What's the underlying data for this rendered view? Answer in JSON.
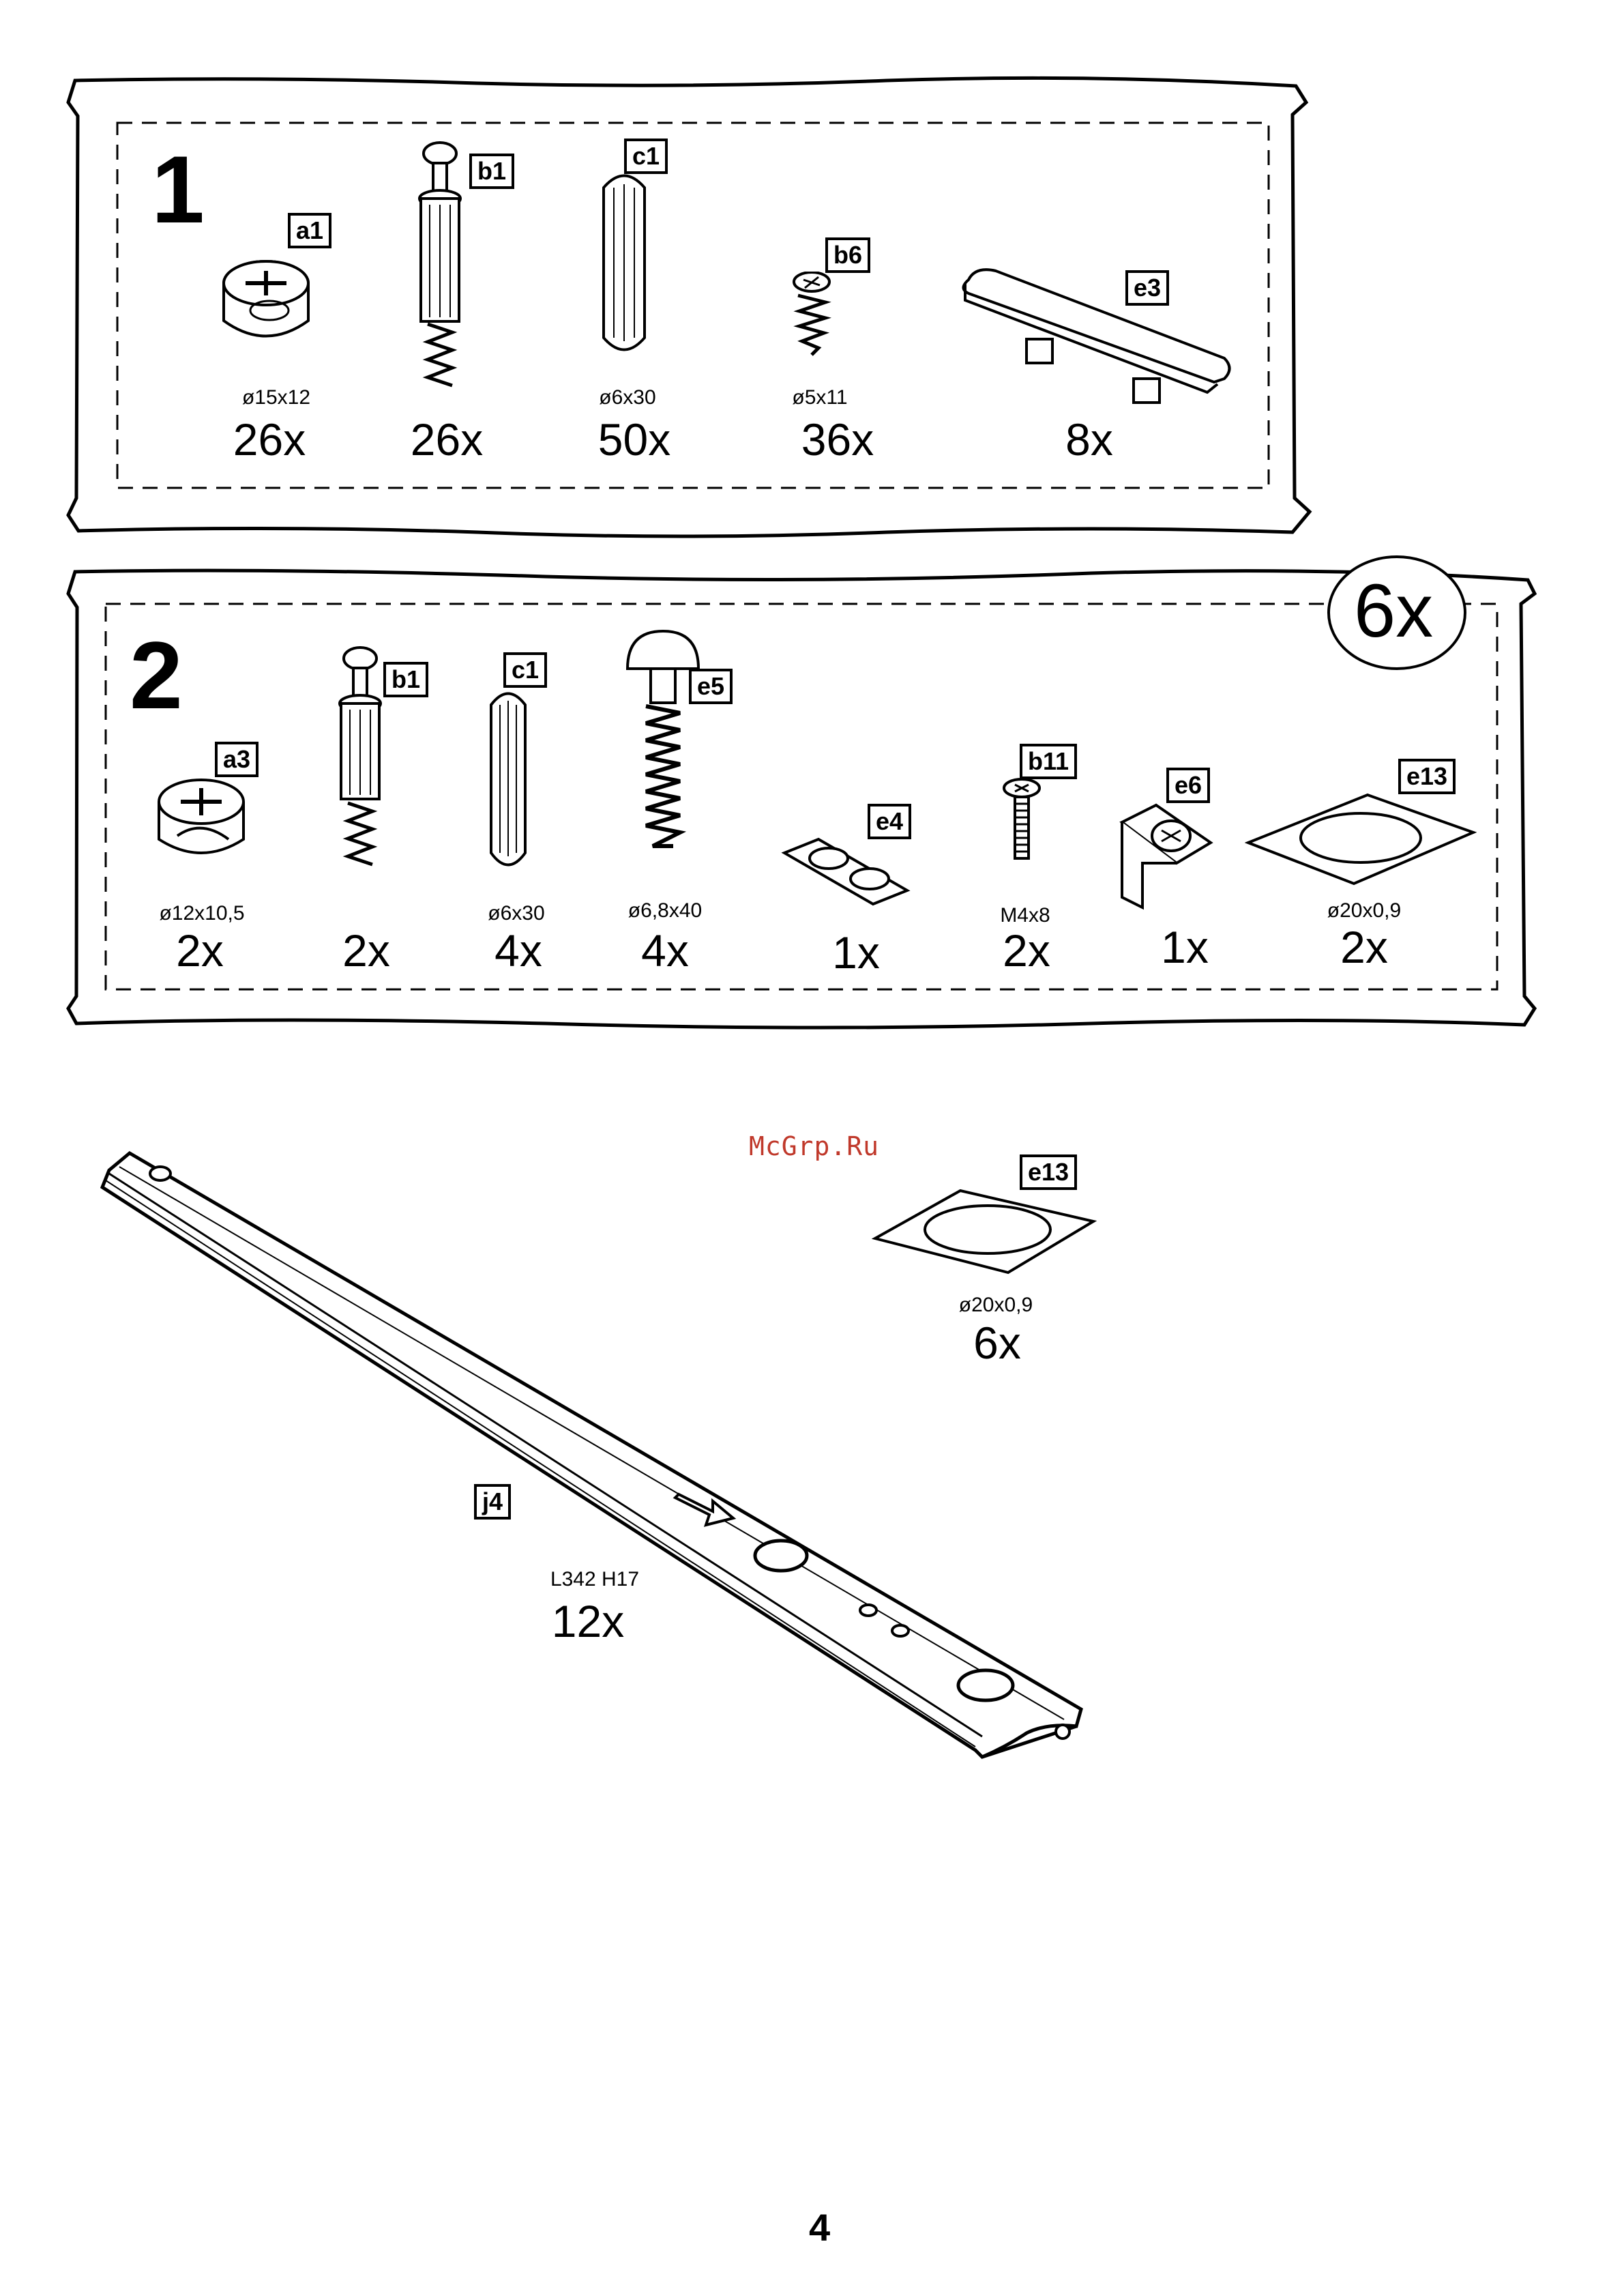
{
  "bag1": {
    "step": "1",
    "parts": [
      {
        "code": "a1",
        "dim": "ø15x12",
        "qty": "26x"
      },
      {
        "code": "b1",
        "dim": "",
        "qty": "26x"
      },
      {
        "code": "c1",
        "dim": "ø6x30",
        "qty": "50x"
      },
      {
        "code": "b6",
        "dim": "ø5x11",
        "qty": "36x"
      },
      {
        "code": "e3",
        "dim": "",
        "qty": "8x"
      }
    ]
  },
  "bag2": {
    "step": "2",
    "multiplier": "6x",
    "parts": [
      {
        "code": "a3",
        "dim": "ø12x10,5",
        "qty": "2x"
      },
      {
        "code": "b1",
        "dim": "",
        "qty": "2x"
      },
      {
        "code": "c1",
        "dim": "ø6x30",
        "qty": "4x"
      },
      {
        "code": "e5",
        "dim": "ø6,8x40",
        "qty": "4x"
      },
      {
        "code": "e4",
        "dim": "",
        "qty": "1x"
      },
      {
        "code": "b11",
        "dim": "M4x8",
        "qty": "2x"
      },
      {
        "code": "e6",
        "dim": "",
        "qty": "1x"
      },
      {
        "code": "e13",
        "dim": "ø20x0,9",
        "qty": "2x"
      }
    ]
  },
  "loose": {
    "rail": {
      "code": "j4",
      "dim": "L342 H17",
      "qty": "12x"
    },
    "pad": {
      "code": "e13",
      "dim": "ø20x0,9",
      "qty": "6x"
    }
  },
  "watermark": "McGrp.Ru",
  "page_number": "4"
}
